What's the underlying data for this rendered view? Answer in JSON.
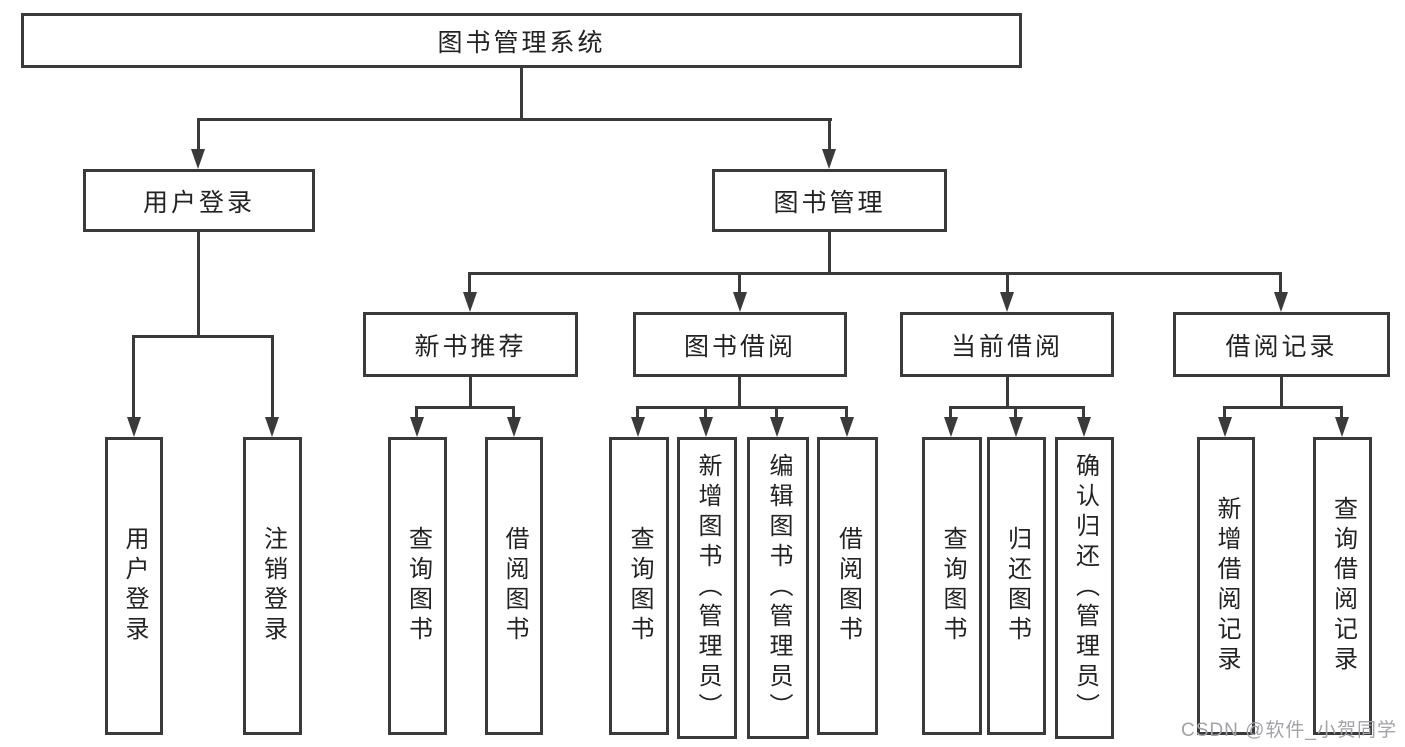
{
  "diagram": {
    "title": "图书管理系统",
    "root": {
      "label": "图书管理系统"
    },
    "level2": [
      {
        "label": "用户登录"
      },
      {
        "label": "图书管理"
      }
    ],
    "level3": [
      {
        "label": "新书推荐"
      },
      {
        "label": "图书借阅"
      },
      {
        "label": "当前借阅"
      },
      {
        "label": "借阅记录"
      }
    ],
    "leaves": [
      {
        "label": "用户登录",
        "parent": "用户登录"
      },
      {
        "label": "注销登录",
        "parent": "用户登录"
      },
      {
        "label": "查询图书",
        "parent": "新书推荐"
      },
      {
        "label": "借阅图书",
        "parent": "新书推荐"
      },
      {
        "label": "查询图书",
        "parent": "图书借阅"
      },
      {
        "label": "新增图书（管理员）",
        "parent": "图书借阅"
      },
      {
        "label": "编辑图书（管理员）",
        "parent": "图书借阅"
      },
      {
        "label": "借阅图书",
        "parent": "图书借阅"
      },
      {
        "label": "查询图书",
        "parent": "当前借阅"
      },
      {
        "label": "归还图书",
        "parent": "当前借阅"
      },
      {
        "label": "确认归还（管理员）",
        "parent": "当前借阅"
      },
      {
        "label": "新增借阅记录",
        "parent": "借阅记录"
      },
      {
        "label": "查询借阅记录",
        "parent": "借阅记录"
      }
    ]
  },
  "watermark": "CSDN @软件_小贺同学",
  "colors": {
    "line": "#3a3a3a",
    "text": "#232323",
    "watermark": "#a2a2a7",
    "background": "#ffffff"
  }
}
